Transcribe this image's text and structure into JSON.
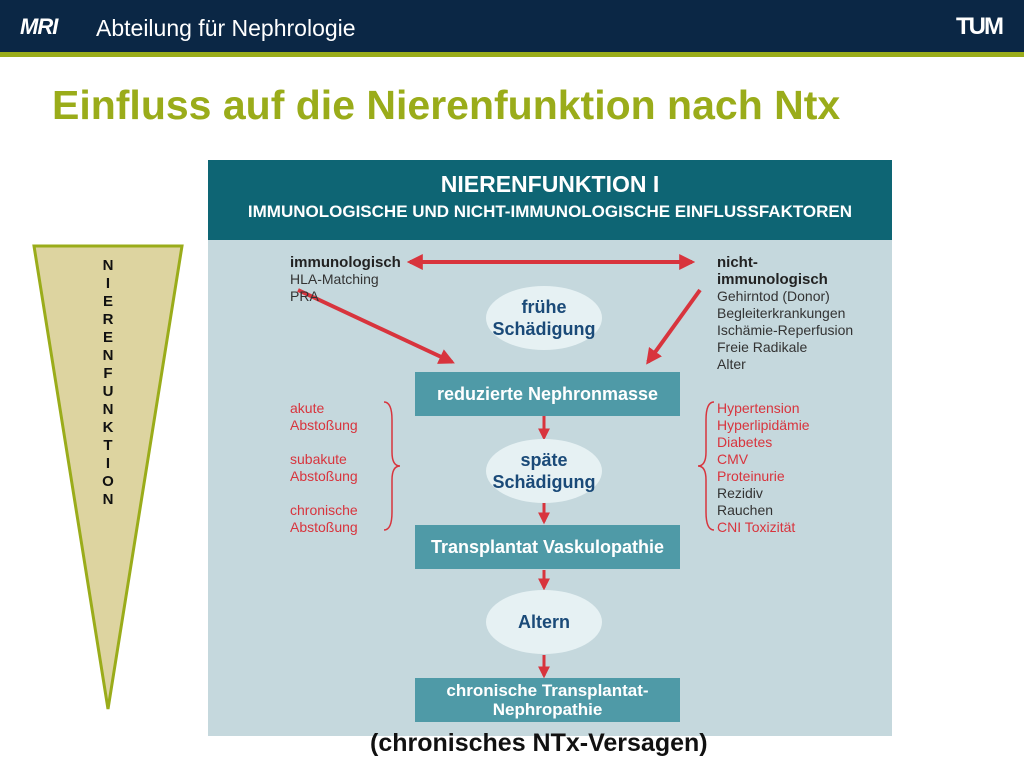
{
  "header": {
    "logo_left": "MRI",
    "department": "Abteilung für Nephrologie",
    "logo_right": "TUM"
  },
  "slide": {
    "title": "Einfluss auf die Nierenfunktion nach Ntx",
    "bottom_caption": "(chronisches NTx-Versagen)"
  },
  "side_wedge": {
    "letters": [
      "N",
      "I",
      "E",
      "R",
      "E",
      "N",
      "F",
      "U",
      "N",
      "K",
      "T",
      "I",
      "O",
      "N"
    ]
  },
  "diagram": {
    "title": "NIERENFUNKTION I",
    "subtitle": "IMMUNOLOGISCHE UND NICHT-IMMUNOLOGISCHE EINFLUSSFAKTOREN",
    "immuno": {
      "heading": "immunologisch",
      "items": [
        "HLA-Matching",
        "PRA"
      ]
    },
    "nonimmuno": {
      "heading_line1": "nicht-",
      "heading_line2": "immunologisch",
      "items": [
        "Gehirntod (Donor)",
        "Begleiterkrankungen",
        "Ischämie-Reperfusion",
        "Freie Radikale",
        "Alter"
      ]
    },
    "early_damage": [
      "frühe",
      "Schädigung"
    ],
    "box_reduced": "reduzierte Nephronmasse",
    "late_damage": [
      "späte",
      "Schädigung"
    ],
    "box_vasculopathy": "Transplantat Vaskulopathie",
    "aging": "Altern",
    "box_chronic": [
      "chronische Transplantat-",
      "Nephropathie"
    ],
    "rejections": [
      [
        "akute",
        "Abstoßung"
      ],
      [
        "subakute",
        "Abstoßung"
      ],
      [
        "chronische",
        "Abstoßung"
      ]
    ],
    "risk_factors": {
      "red": [
        "Hypertension",
        "Hyperlipidämie",
        "Diabetes",
        "CMV",
        "Proteinurie"
      ],
      "dark": [
        "Rezidiv",
        "Rauchen"
      ],
      "red_last": "CNI Toxizität"
    },
    "colors": {
      "header": "#0e6574",
      "panel": "#c5d8dd",
      "box": "#4f9aa7",
      "arrow": "#d8343d",
      "accent": "#9aac1a",
      "navy": "#0b2745"
    }
  }
}
